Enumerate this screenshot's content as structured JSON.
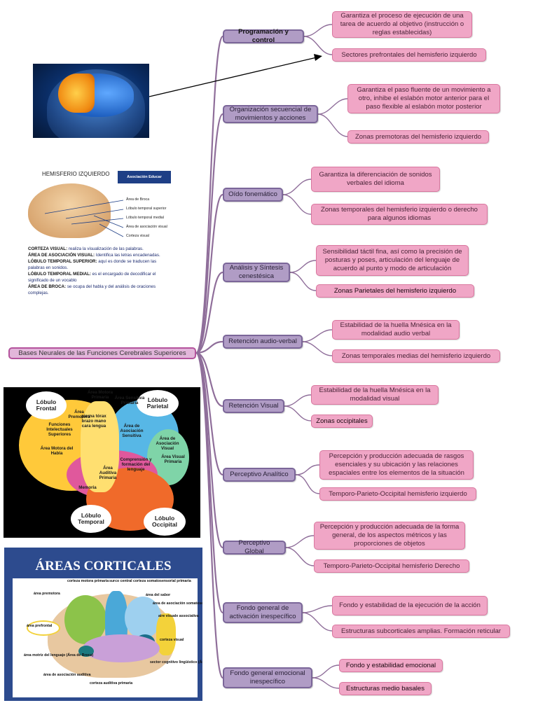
{
  "root": {
    "label": "Bases Neurales de las Funciones Cerebrales Superiores"
  },
  "branches": [
    {
      "label": "Programación y control",
      "items": [
        "Garantiza el proceso de ejecución de una tarea de acuerdo al objetivo (instrucción o reglas establecidas)",
        "Sectores prefrontales del hemisferio izquierdo"
      ]
    },
    {
      "label": "Organización secuencial de movimientos y acciones",
      "items": [
        "Garantiza el paso fluente de un movimiento a otro, inhibe el eslabón motor anterior para el paso flexible al eslabón motor posterior",
        "Zonas premotoras del hemisferio izquierdo"
      ]
    },
    {
      "label": "Oído fonemático",
      "items": [
        "Garantiza la diferenciación de sonidos verbales del idioma",
        "Zonas temporales del hemisferio izquierdo o derecho para algunos idiomas"
      ]
    },
    {
      "label": "Análisis y Síntesis cenestésica",
      "items": [
        "Sensibilidad táctil fina, así como la precisión de posturas y poses, articulación del lenguaje de acuerdo al punto y modo de articulación",
        "Zonas Parietales del hemisferio izquierdo"
      ]
    },
    {
      "label": "Retención audio-verbal",
      "items": [
        "Estabilidad de la huella Mnésica en la modalidad audio verbal",
        "Zonas temporales medias del hemisferio izquierdo"
      ]
    },
    {
      "label": "Retención Visual",
      "items": [
        "Estabilidad de la huella Mnésica en la modalidad visual",
        "Zonas occipitales"
      ]
    },
    {
      "label": "Perceptivo Analítico",
      "items": [
        "Percepción y producción adecuada de rasgos esenciales y su ubicación y las relaciones espaciales entre los elementos de la situación",
        "Temporo-Parieto-Occipital hemisferio izquierdo"
      ]
    },
    {
      "label": "Perceptivo Global",
      "items": [
        "Percepción y producción adecuada de la forma general, de los aspectos métricos y las proporciones de objetos",
        "Temporo-Parieto-Occipital hemisferio Derecho"
      ]
    },
    {
      "label": "Fondo general de activación inespecífico",
      "items": [
        "Fondo y estabilidad de la ejecución de la acción",
        "Estructuras subcorticales amplias. Formación reticular"
      ]
    },
    {
      "label": "Fondo general emocional inespecífico",
      "items": [
        "Fondo y estabilidad emocional",
        "Estructuras medio basales"
      ]
    }
  ],
  "panel2": {
    "title": "HEMISFERIO IZQUIERDO",
    "logo": "Asociación Educar",
    "labels": [
      "Área de Broca",
      "Lóbulo temporal superior",
      "Lóbulo temporal medial",
      "Área de asociación visual",
      "Corteza visual"
    ],
    "desc": [
      {
        "term": "CORTEZA VISUAL:",
        "text": " realiza la visualización de las palabras."
      },
      {
        "term": "ÁREA DE ASOCIACIÓN VISUAL:",
        "text": " Identifica las letras encadenadas."
      },
      {
        "term": "LÓBULO TEMPORAL SUPERIOR:",
        "text": " aquí es donde se traducen las palabras en sonidos."
      },
      {
        "term": "LÓBULO TEMPORAL MEDIAL:",
        "text": " es el encargado de decodificar el significado de un vocablo"
      },
      {
        "term": "ÁREA DE BROCA:",
        "text": " se ocupa del habla y del análisis de oraciones complejas."
      }
    ]
  },
  "panel3": {
    "lobes": [
      "Lóbulo Frontal",
      "Lóbulo Parietal",
      "Lóbulo Temporal",
      "Lóbulo Occipital"
    ],
    "areas": [
      "Área Motora Primaria",
      "Área Premotora",
      "Funciones Intelectuales Superiores",
      "Área Motora del Habla",
      "pierna tórax brazo mano cara lengua",
      "Área Sensitiva Primaria",
      "Área de Asociación Sensitiva",
      "Área de Asociación Visual",
      "Área Visual Primaria",
      "Comprensión y formación del lenguaje",
      "Área Auditiva Primaria",
      "Memoria"
    ]
  },
  "panel4": {
    "title": "ÁREAS CORTICALES",
    "labels": [
      "corteza motora primaria",
      "surco central",
      "corteza somatosensorial primaria",
      "área premotora",
      "área del sabor",
      "área de asociación somatosensorial",
      "aire visuale associativa",
      "corteza visual",
      "área prefrontal",
      "área motriz del lenguaje (Área de Broca)",
      "área de asociación auditiva",
      "corteza auditiva primaria",
      "sector cognitivo lingüístico (Área de Wernicke)"
    ]
  },
  "colors": {
    "root_fill": "#e2b6da",
    "root_border": "#b4539d",
    "branch_fill": "#b09cc5",
    "branch_border": "#7b6699",
    "leaf_fill": "#f0a6c6",
    "leaf_border": "#d9779f",
    "connector": "#8f6e9a"
  }
}
